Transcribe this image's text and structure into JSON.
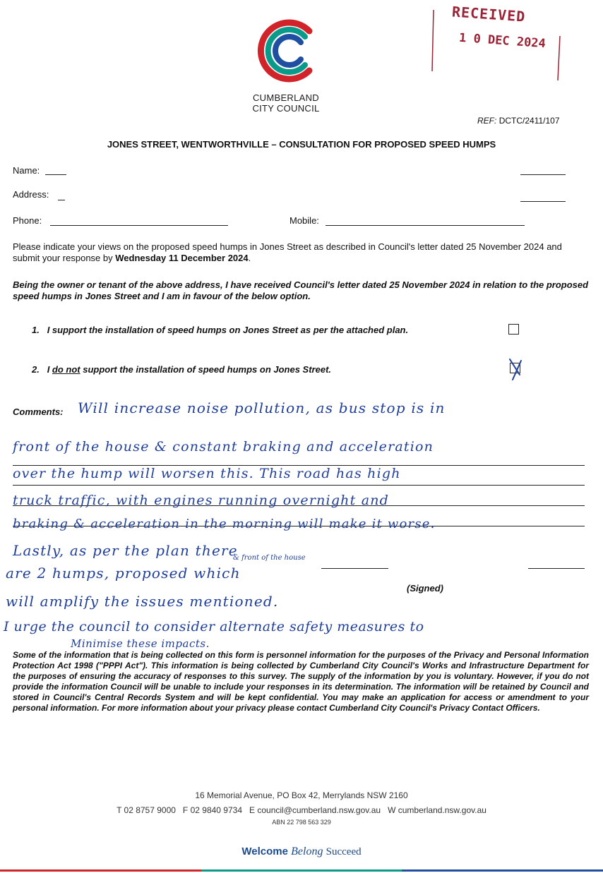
{
  "header": {
    "council_line1": "CUMBERLAND",
    "council_line2": "CITY COUNCIL",
    "stamp_text": "RECEIVED",
    "stamp_date": "1 0 DEC 2024",
    "ref_label": "REF:",
    "ref_value": "DCTC/2411/107"
  },
  "title": "JONES STREET, WENTWORTHVILLE – CONSULTATION FOR PROPOSED SPEED HUMPS",
  "fields": {
    "name_label": "Name:",
    "address_label": "Address:",
    "phone_label": "Phone:",
    "mobile_label": "Mobile:"
  },
  "intro": {
    "part1": "Please indicate your views on the proposed speed humps in Jones Street as described in Council's letter dated 25 November 2024 and submit your response by ",
    "deadline": "Wednesday 11 December 2024",
    "part2": "."
  },
  "declaration": "Being the owner or tenant of the above address, I have received Council's letter dated 25 November 2024 in relation to the proposed speed humps in Jones Street and I am in favour of the below option.",
  "options": [
    {
      "number": "1.",
      "text": "I support the installation of speed humps on Jones Street as per the attached plan.",
      "checked": false
    },
    {
      "number": "2.",
      "pre": "I ",
      "emph": "do not",
      "post": " support the installation of speed humps on Jones Street.",
      "checked": true
    }
  ],
  "comments": {
    "label": "Comments:",
    "handwritten_lines": [
      "Will increase noise pollution, as bus stop is in",
      "front of the house & constant braking and acceleration",
      "over the hump will worsen this. This road has high",
      "truck traffic, with engines running overnight and",
      "braking & acceleration in the morning will make it worse.",
      "Lastly, as per the plan there",
      "are 2 humps, proposed which",
      "will amplify the issues mentioned.",
      "I urge the council to consider alternate safety measures to",
      "Minimise these impacts."
    ],
    "insert_note": "& front of the house",
    "signed_label": "(Signed)"
  },
  "privacy": "Some of the information that is being collected on this form is personnel information for the purposes of the Privacy and Personal Information Protection Act 1998 (\"PPPI Act\"). This information is being collected by Cumberland City Council's Works and Infrastructure Department for the purposes of ensuring the accuracy of responses to this survey. The supply of the information by you is voluntary. However, if you do not provide the information Council will be unable to include your responses in its determination. The information will be retained by Council and stored in Council's Central Records System and will be kept confidential. You may make an application for access or amendment to your personal information. For more information about your privacy please contact Cumberland City Council's Privacy Contact Officers.",
  "footer": {
    "address": "16 Memorial Avenue, PO Box 42, Merrylands NSW 2160",
    "contacts": "T 02 8757 9000   F 02 9840 9734   E council@cumberland.nsw.gov.au   W cumberland.nsw.gov.au",
    "abn": "ABN 22 798 563 329",
    "slogan_welcome": "Welcome",
    "slogan_belong": "Belong",
    "slogan_succeed": "Succeed"
  },
  "colors": {
    "ink_blue": "#1f3f9a",
    "stamp_red": "#9b2335",
    "slogan_blue": "#1a4b8c"
  }
}
